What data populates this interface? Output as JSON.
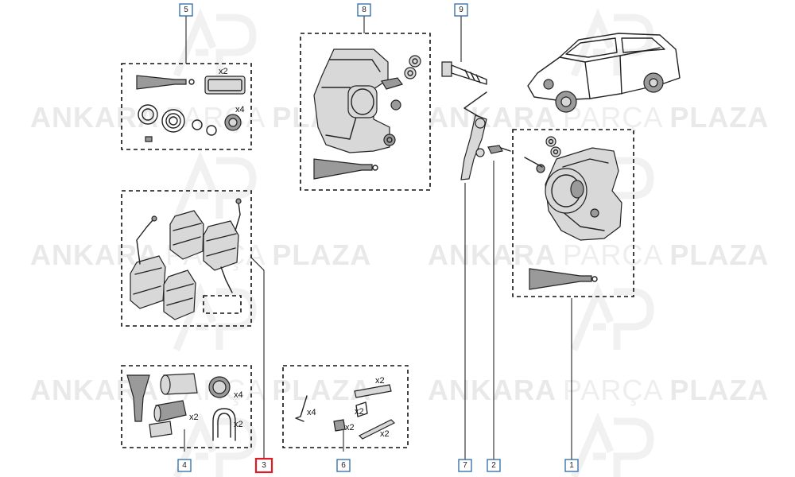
{
  "watermark": {
    "brand_bold_1": "ANKARA",
    "brand_thin": "PARÇA",
    "brand_bold_2": "PLAZA"
  },
  "callouts": [
    {
      "id": "c5",
      "label": "5",
      "selected": false
    },
    {
      "id": "c8",
      "label": "8",
      "selected": false
    },
    {
      "id": "c9",
      "label": "9",
      "selected": false
    },
    {
      "id": "c4",
      "label": "4",
      "selected": false
    },
    {
      "id": "c3",
      "label": "3",
      "selected": true
    },
    {
      "id": "c6",
      "label": "6",
      "selected": false
    },
    {
      "id": "c7",
      "label": "7",
      "selected": false
    },
    {
      "id": "c2",
      "label": "2",
      "selected": false
    },
    {
      "id": "c1",
      "label": "1",
      "selected": false
    }
  ],
  "quantities": {
    "kit5_a": "x2",
    "kit5_b": "x4",
    "kit4_a": "x4",
    "kit4_b": "x2",
    "kit4_c": "x2",
    "kit6_a": "x2",
    "kit6_b": "x4",
    "kit6_c": "x2",
    "kit6_d": "x2"
  },
  "colors": {
    "callout_border": "#2c6aa6",
    "callout_selected_border": "#e01b24",
    "watermark": "#e9e9e9"
  }
}
